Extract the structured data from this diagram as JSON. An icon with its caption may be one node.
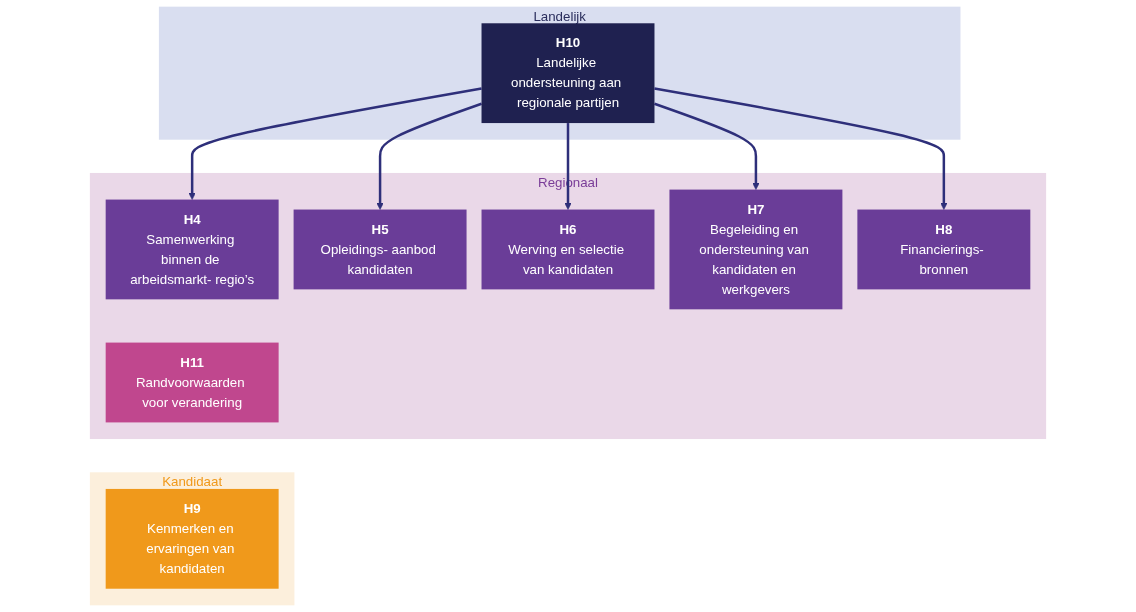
{
  "diagram": {
    "nodes": [
      {
        "text": [
          "Landelijk"
        ]
      },
      {
        "text": [
          "H10",
          "Landelijke ondersteuning aan regionale partijen"
        ],
        "in": 0
      },
      {
        "text": [
          "Regionaal"
        ]
      },
      {
        "text": [
          "H4",
          "Samenwerking binnen de arbeidsmarkt- regio’s"
        ],
        "in": 2
      },
      {
        "text": [
          "H5",
          "Opleidings- aanbod kandidaten"
        ],
        "in": 2
      },
      {
        "text": [
          "H6",
          "Werving en selectie van kandidaten"
        ],
        "in": 2
      },
      {
        "text": [
          "H7",
          "Begeleiding en ondersteuning van kandidaten en werkgevers"
        ],
        "in": 2
      },
      {
        "text": [
          "H8",
          "Financierings- bronnen"
        ],
        "in": 2
      },
      {
        "text": [
          "H11",
          "Randvoorwaarden voor verandering"
        ],
        "in": 2
      },
      {
        "text": [
          "Kandidaat"
        ]
      },
      {
        "text": [
          "H9",
          "Kenmerken en ervaringen van kandidaten"
        ],
        "in": 9
      }
    ],
    "edges": [
      {
        "from": 1,
        "to": 3,
        "arrow": "to"
      },
      {
        "from": 1,
        "to": 4,
        "arrow": "to"
      },
      {
        "from": 1,
        "to": 5,
        "arrow": "to"
      },
      {
        "from": 1,
        "to": 6,
        "arrow": "to"
      },
      {
        "from": 1,
        "to": 7,
        "arrow": "to"
      }
    ]
  }
}
